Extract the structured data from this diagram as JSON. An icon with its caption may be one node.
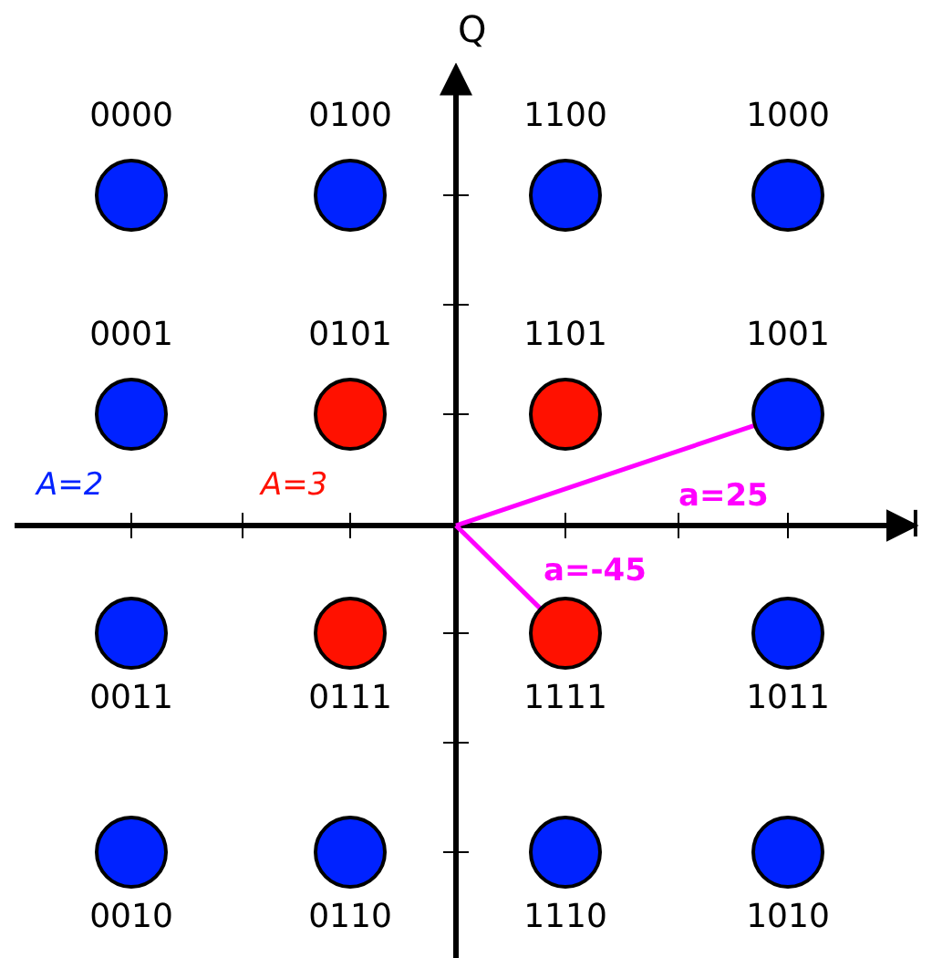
{
  "diagram": {
    "nodes": [
      {
        "text": [],
        "shape": "circle",
        "beside": [
          "0000"
        ]
      },
      {
        "text": [],
        "shape": "circle",
        "beside": [
          "0100"
        ]
      },
      {
        "text": [],
        "shape": "circle",
        "beside": [
          "1100"
        ]
      },
      {
        "text": [],
        "shape": "circle",
        "beside": [
          "1000"
        ]
      },
      {
        "text": [],
        "shape": "circle",
        "beside": [
          "0001"
        ]
      },
      {
        "text": [],
        "shape": "circle",
        "beside": [
          "0101"
        ]
      },
      {
        "text": [],
        "shape": "circle",
        "beside": [
          "1101"
        ]
      },
      {
        "text": [],
        "shape": "circle",
        "beside": [
          "1001"
        ]
      },
      {
        "text": [],
        "shape": "circle",
        "beside": [
          "0011"
        ]
      },
      {
        "text": [],
        "shape": "circle",
        "beside": [
          "0111"
        ]
      },
      {
        "text": [],
        "shape": "circle",
        "beside": [
          "1111"
        ]
      },
      {
        "text": [],
        "shape": "circle",
        "beside": [
          "1011"
        ]
      },
      {
        "text": [],
        "shape": "circle",
        "beside": [
          "0010"
        ]
      },
      {
        "text": [],
        "shape": "circle",
        "beside": [
          "0110"
        ]
      },
      {
        "text": [],
        "shape": "circle",
        "beside": [
          "1110"
        ]
      },
      {
        "text": [],
        "shape": "circle",
        "beside": [
          "1010"
        ]
      }
    ],
    "edges": [
      {
        "from": null,
        "to": 7,
        "arrow": "none",
        "label": "a=25",
        "color": "#ff00ff"
      },
      {
        "from": null,
        "to": 10,
        "arrow": "none",
        "label": "a=-45",
        "color": "#ff00ff"
      }
    ],
    "labels": [
      "Q",
      "I",
      "A=2",
      "A=3"
    ]
  }
}
